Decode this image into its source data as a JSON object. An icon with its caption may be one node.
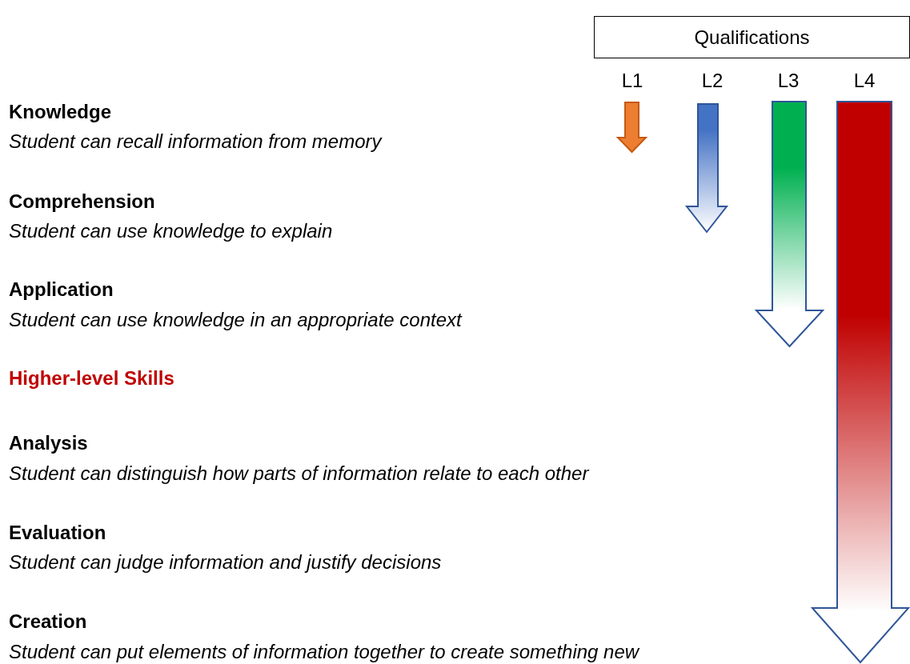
{
  "diagram": {
    "nodes": [
      {
        "text": [
          "Qualifications"
        ]
      }
    ],
    "labels": [
      "L1",
      "L2",
      "L3",
      "L4",
      "Knowledge",
      "Student can recall information from memory",
      "Comprehension",
      "Student can use knowledge to explain",
      "Application",
      "Student can use knowledge in an appropriate context",
      "Higher-level Skills",
      "Analysis",
      "Student can distinguish how parts of information relate to each other",
      "Evaluation",
      "Student can judge information and justify decisions",
      "Creation",
      "Student can put elements of information together to create something new"
    ]
  }
}
